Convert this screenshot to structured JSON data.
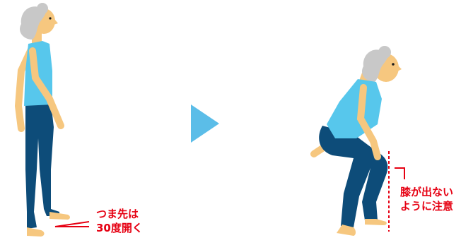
{
  "illustration": {
    "left_figure": {
      "pose": "standing, side view",
      "icon": "standing-woman-figure"
    },
    "arrow": {
      "icon": "next-step-triangle-icon",
      "color": "#5bbde8"
    },
    "right_figure": {
      "pose": "squatting, side view",
      "icon": "squatting-woman-figure"
    }
  },
  "notes": {
    "toes_line1": "つま先は",
    "toes_line2": "30度開く",
    "knee_line1": "膝が出ない",
    "knee_line2": "ように注意"
  },
  "colors": {
    "skin": "#f6c77f",
    "hair": "#c8c8c8",
    "shirt": "#57c7ec",
    "pants": "#0d4c79",
    "accent_red": "#e60012",
    "arrow_blue": "#5bbde8"
  }
}
